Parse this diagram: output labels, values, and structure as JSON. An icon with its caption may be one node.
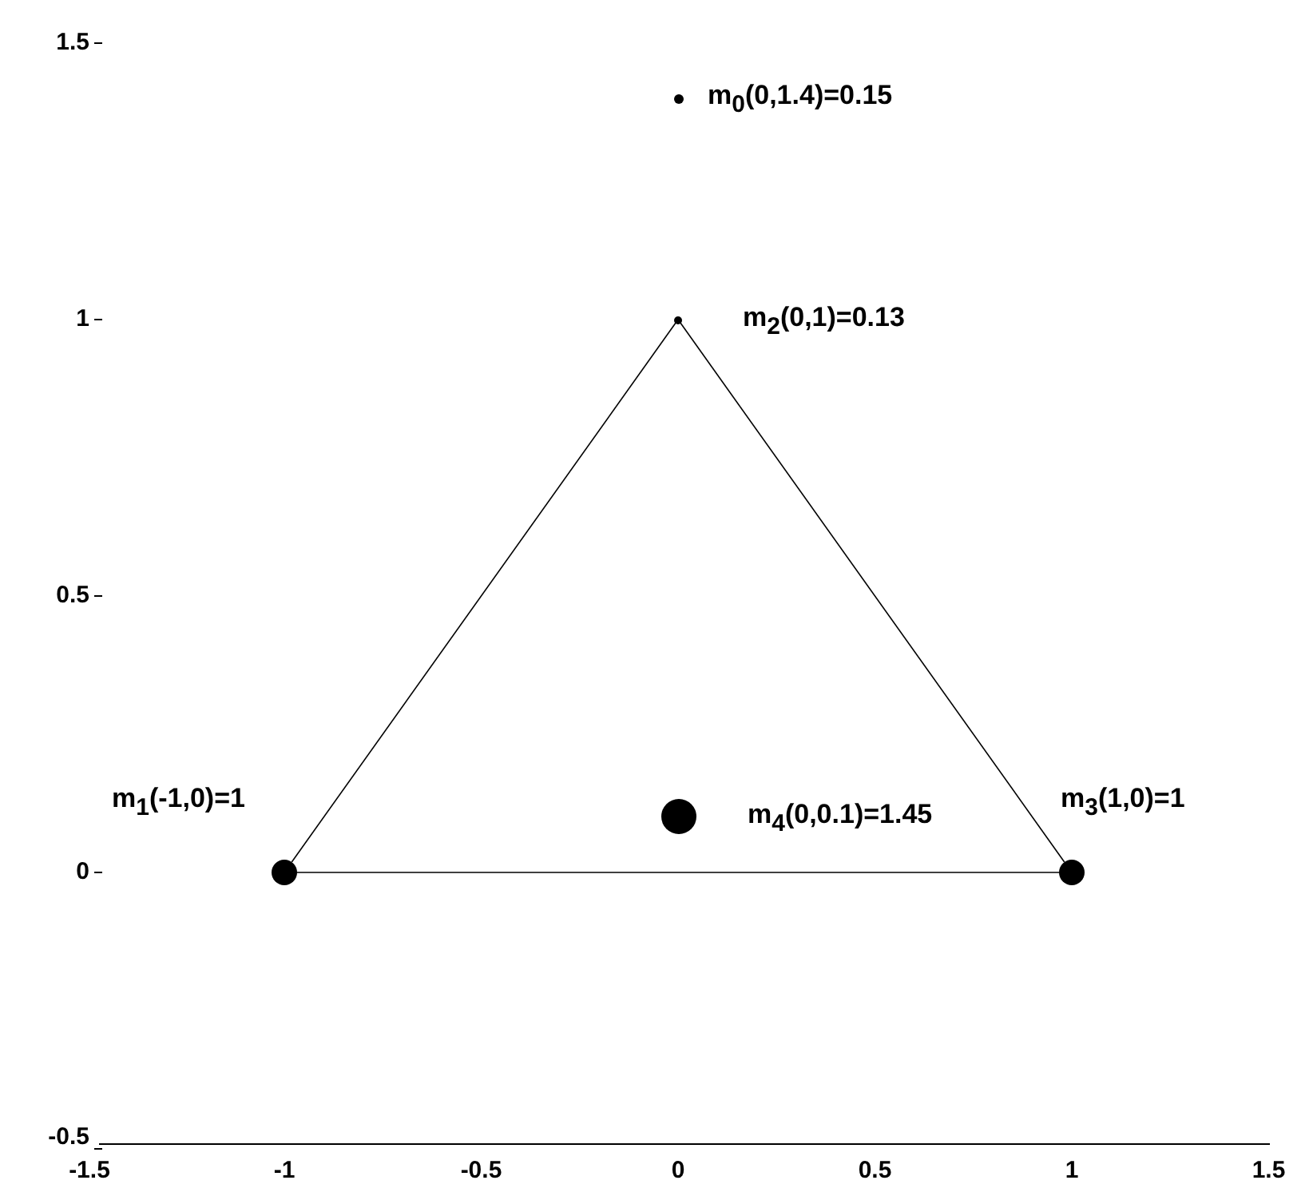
{
  "diagram": {
    "nodes": [
      {
        "text": [],
        "shape": "circle",
        "beside": [
          "m$_{0}$(0,1.4)=0.15"
        ]
      },
      {
        "text": [],
        "shape": "circle",
        "beside": [
          "m$_{2}$(0,1)=0.13"
        ]
      },
      {
        "text": [],
        "shape": "circle",
        "beside": [
          "m$_{1}$(-1,0)=1"
        ]
      },
      {
        "text": [],
        "shape": "circle",
        "beside": [
          "m$_{4}$(0,0.1)=1.45"
        ]
      },
      {
        "text": [],
        "shape": "circle",
        "beside": [
          "m$_{3}$(1,0)=1"
        ]
      }
    ],
    "edges": [
      {
        "from": 2,
        "to": 1,
        "arrow": "none"
      },
      {
        "from": 1,
        "to": 4,
        "arrow": "none"
      },
      {
        "from": 2,
        "to": 4,
        "arrow": "none"
      }
    ],
    "labels": [
      "1.5",
      "1",
      "0.5",
      "0",
      "-0.5",
      "-1.5",
      "-1",
      "-0.5",
      "0",
      "0.5",
      "1",
      "1.5"
    ]
  }
}
